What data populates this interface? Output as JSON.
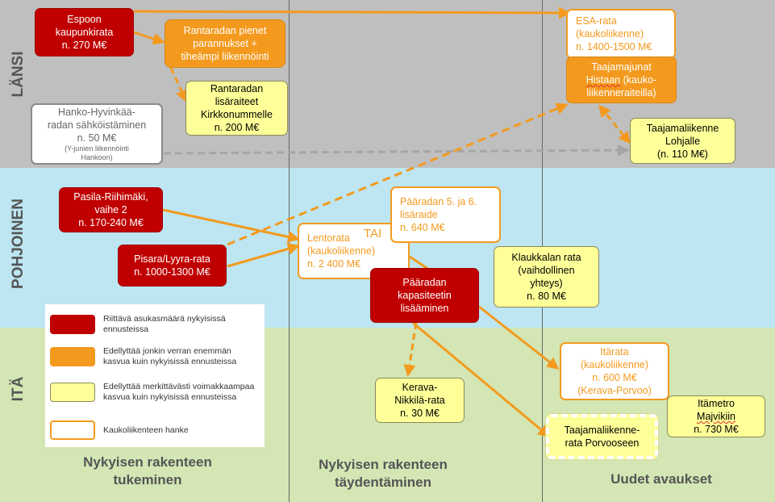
{
  "regions": {
    "west": "LÄNSI",
    "north": "POHJOINEN",
    "east": "ITÄ"
  },
  "columns": {
    "col1": "Nykyisen rakenteen\ntukeminen",
    "col2": "Nykyisen rakenteen\ntäydentäminen",
    "col3": "Uudet avaukset"
  },
  "projects": {
    "espoo": "Espoon\nkaupunkirata\nn. 270 M€",
    "rantaradan_pienet": "Rantaradan pienet\nparannukset +\ntiheämpi liikennöinti",
    "rantaradan_lisaraiteet": "Rantaradan\nlisäraiteet\nKirkkonummelle\nn. 200 M€",
    "hanko_main": "Hanko-Hyvinkää-\nradan sähköistäminen\nn. 50 M€",
    "hanko_note": "(Y-junien liikennöinti\nHankoon)",
    "esa_rata": "ESA-rata\n(kaukoliikenne)\nn. 1400-1500 M€",
    "taajamajunat_pre": "Taajamajunat\n",
    "taajamajunat_under": "Histaan",
    "taajamajunat_post": " (kauko-\nliikenneraiteilla)",
    "taajamaliikenne_lohjalle": "Taajamaliikenne\nLohjalle\n(n. 110 M€)",
    "pasila": "Pasila-Riihimäki,\nvaihe 2\nn. 170-240 M€",
    "pisara": "Pisara/Lyyra-rata\nn. 1000-1300 M€",
    "lentorata": "Lentorata\n(kaukoliikenne)\nn. 2 400 M€",
    "tai": "TAI",
    "paaradan_lisaraide": "Pääradan 5. ja 6.\nlisäraide\nn. 640 M€",
    "klaukkalan": "Klaukkalan rata\n(vaihdollinen\nyhteys)\nn. 80 M€",
    "paaradan_kapasiteetin": "Pääradan\nkapasiteetin\nlisääminen",
    "kerava_nikkila": "Kerava-\nNikkilä-rata\nn. 30 M€",
    "itarata": "Itärata\n(kaukoliikenne)\nn. 600 M€\n(Kerava-Porvoo)",
    "taajamaliikenne_porvoo": "Taajamaliikenne-\nrata Porvooseen",
    "itametro_pre": "Itämetro\n",
    "itametro_under": "Majvikiin",
    "itametro_post": "\nn. 730 M€"
  },
  "legend": {
    "red": "Riittävä asukasmäärä nykyisissä ennusteissa",
    "orange": "Edellyttää jonkin verran enemmän kasvua kuin nykyisissä ennusteissa",
    "yellow": "Edellyttää merkittävästi voimakkaampaa kasvua kuin nykyisissä ennusteissa",
    "outline": "Kaukoliikenteen hanke"
  },
  "colors": {
    "red": "#c00000",
    "orange": "#f39a1e",
    "yellow": "#ffff99",
    "gray_arrow": "#a6a6a6",
    "west_band": "#bfbfbf",
    "north_band": "#bde6f2",
    "east_band": "#d3e6b4"
  }
}
